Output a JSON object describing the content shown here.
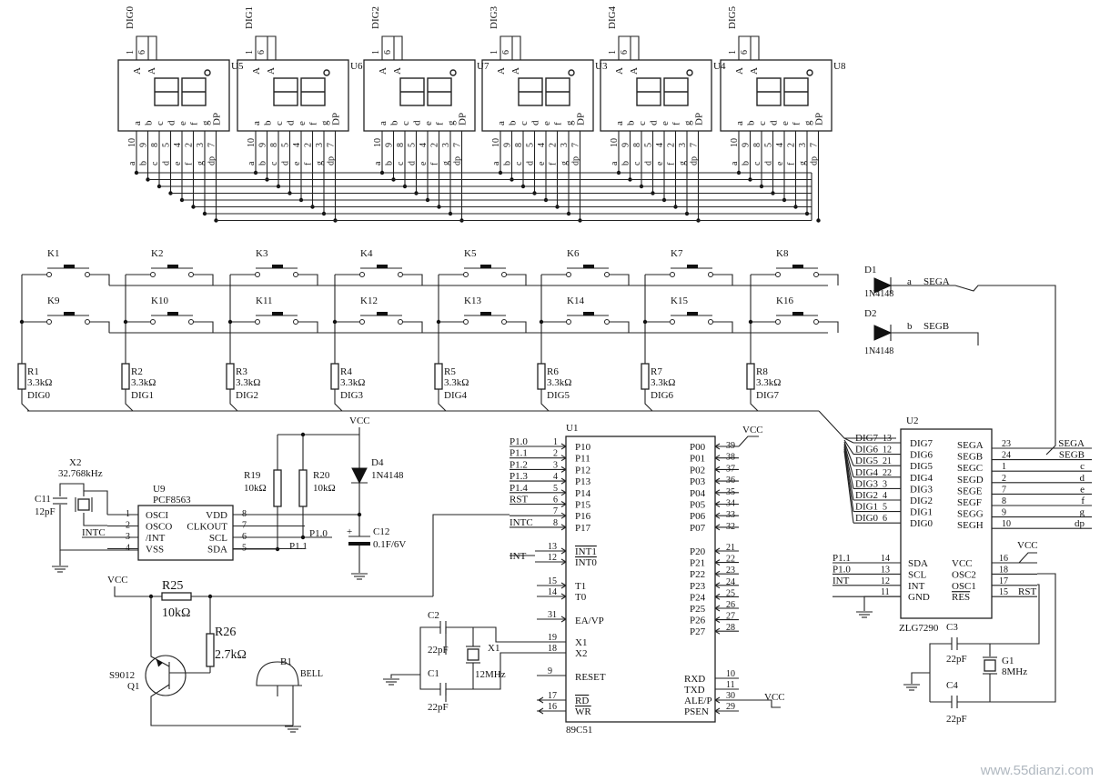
{
  "displays": [
    {
      "ref": "U5",
      "dig": "DIG0"
    },
    {
      "ref": "U6",
      "dig": "DIG1"
    },
    {
      "ref": "U7",
      "dig": "DIG2"
    },
    {
      "ref": "U3",
      "dig": "DIG3"
    },
    {
      "ref": "U4",
      "dig": "DIG4"
    },
    {
      "ref": "U8",
      "dig": "DIG5"
    }
  ],
  "display_common": {
    "top_pin_labels": [
      "A",
      "A"
    ],
    "top_pin_numbers": [
      "1",
      "6"
    ],
    "seg_labels": [
      "a",
      "b",
      "c",
      "d",
      "e",
      "f",
      "g",
      "DP"
    ],
    "bottom_pin_numbers": [
      "10",
      "9",
      "8",
      "5",
      "4",
      "2",
      "3",
      "7"
    ],
    "bus_labels": [
      "a",
      "b",
      "c",
      "d",
      "e",
      "f",
      "g",
      "dp"
    ]
  },
  "keys_row1": [
    "K1",
    "K2",
    "K3",
    "K4",
    "K5",
    "K6",
    "K7",
    "K8"
  ],
  "keys_row2": [
    "K9",
    "K10",
    "K11",
    "K12",
    "K13",
    "K14",
    "K15",
    "K16"
  ],
  "resistors": [
    {
      "ref": "R1",
      "value": "3.3kΩ",
      "net": "DIG0"
    },
    {
      "ref": "R2",
      "value": "3.3kΩ",
      "net": "DIG1"
    },
    {
      "ref": "R3",
      "value": "3.3kΩ",
      "net": "DIG2"
    },
    {
      "ref": "R4",
      "value": "3.3kΩ",
      "net": "DIG3"
    },
    {
      "ref": "R5",
      "value": "3.3kΩ",
      "net": "DIG4"
    },
    {
      "ref": "R6",
      "value": "3.3kΩ",
      "net": "DIG5"
    },
    {
      "ref": "R7",
      "value": "3.3kΩ",
      "net": "DIG6"
    },
    {
      "ref": "R8",
      "value": "3.3kΩ",
      "net": "DIG7"
    }
  ],
  "d1": {
    "ref": "D1",
    "part": "1N4148",
    "net_short": "a",
    "net": "SEGA"
  },
  "d2": {
    "ref": "D2",
    "part": "1N4148",
    "net_short": "b",
    "net": "SEGB"
  },
  "vcc": "VCC",
  "u9": {
    "ref": "U9",
    "part": "PCF8563",
    "pins_left": [
      {
        "name": "OSCI",
        "num": "1"
      },
      {
        "name": "OSCO",
        "num": "2"
      },
      {
        "name": "/INT",
        "num": "3"
      },
      {
        "name": "VSS",
        "num": "4"
      }
    ],
    "pins_right": [
      {
        "name": "VDD",
        "num": "8"
      },
      {
        "name": "CLKOUT",
        "num": "7"
      },
      {
        "name": "SCL",
        "num": "6"
      },
      {
        "name": "SDA",
        "num": "5"
      }
    ]
  },
  "x2": {
    "ref": "X2",
    "value": "32.768kHz"
  },
  "c11": {
    "ref": "C11",
    "value": "12pF"
  },
  "intc_label": "INTC",
  "r19": {
    "ref": "R19",
    "value": "10kΩ"
  },
  "r20": {
    "ref": "R20",
    "value": "10kΩ"
  },
  "d4": {
    "ref": "D4",
    "part": "1N4148"
  },
  "c12": {
    "ref": "C12",
    "value": "0.1F/6V"
  },
  "net_p10": "P1.0",
  "net_p11": "P1.1",
  "r25": {
    "ref": "R25",
    "value": "10kΩ"
  },
  "r26": {
    "ref": "R26",
    "value": "2.7kΩ"
  },
  "q1": {
    "ref": "Q1",
    "part": "S9012"
  },
  "b1": {
    "ref": "B1",
    "part": "BELL"
  },
  "u1": {
    "ref": "U1",
    "part": "89C51",
    "left_nets": [
      "P1.0",
      "P1.1",
      "P1.2",
      "P1.3",
      "P1.4",
      "RST",
      "",
      "INTC"
    ],
    "left_pins": [
      {
        "name": "P10",
        "num": "1"
      },
      {
        "name": "P11",
        "num": "2"
      },
      {
        "name": "P12",
        "num": "3"
      },
      {
        "name": "P13",
        "num": "4"
      },
      {
        "name": "P14",
        "num": "5"
      },
      {
        "name": "P15",
        "num": "6"
      },
      {
        "name": "P16",
        "num": "7"
      },
      {
        "name": "P17",
        "num": "8"
      }
    ],
    "int_pins": [
      {
        "name": "INT1",
        "num": "13"
      },
      {
        "name": "INT0",
        "num": "12"
      }
    ],
    "t_pins": [
      {
        "name": "T1",
        "num": "15"
      },
      {
        "name": "T0",
        "num": "14"
      }
    ],
    "ea": {
      "name": "EA/VP",
      "num": "31"
    },
    "x_pins": [
      {
        "name": "X1",
        "num": "19"
      },
      {
        "name": "X2",
        "num": "18"
      }
    ],
    "reset": {
      "name": "RESET",
      "num": "9"
    },
    "rdwr": [
      {
        "name": "RD",
        "num": "17"
      },
      {
        "name": "WR",
        "num": "16"
      }
    ],
    "p0_pins": [
      {
        "name": "P00",
        "num": "39"
      },
      {
        "name": "P01",
        "num": "38"
      },
      {
        "name": "P02",
        "num": "37"
      },
      {
        "name": "P03",
        "num": "36"
      },
      {
        "name": "P04",
        "num": "35"
      },
      {
        "name": "P05",
        "num": "34"
      },
      {
        "name": "P06",
        "num": "33"
      },
      {
        "name": "P07",
        "num": "32"
      }
    ],
    "p2_pins": [
      {
        "name": "P20",
        "num": "21"
      },
      {
        "name": "P21",
        "num": "22"
      },
      {
        "name": "P22",
        "num": "23"
      },
      {
        "name": "P23",
        "num": "24"
      },
      {
        "name": "P24",
        "num": "25"
      },
      {
        "name": "P25",
        "num": "26"
      },
      {
        "name": "P26",
        "num": "27"
      },
      {
        "name": "P27",
        "num": "28"
      }
    ],
    "right_bottom": [
      {
        "name": "RXD",
        "num": "10"
      },
      {
        "name": "TXD",
        "num": "11"
      },
      {
        "name": "ALE/P",
        "num": "30"
      },
      {
        "name": "PSEN",
        "num": "29"
      }
    ],
    "int_net": "INT"
  },
  "c2": {
    "ref": "C2",
    "value": "22pF"
  },
  "c1": {
    "ref": "C1",
    "value": "22pF"
  },
  "x1": {
    "ref": "X1",
    "value": "12MHz"
  },
  "u2": {
    "ref": "U2",
    "part": "ZLG7290",
    "dig_pins": [
      {
        "net": "DIG7",
        "num": "13",
        "name": "DIG7"
      },
      {
        "net": "DIG6",
        "num": "12",
        "name": "DIG6"
      },
      {
        "net": "DIG5",
        "num": "21",
        "name": "DIG5"
      },
      {
        "net": "DIG4",
        "num": "22",
        "name": "DIG4"
      },
      {
        "net": "DIG3",
        "num": "3",
        "name": "DIG3"
      },
      {
        "net": "DIG2",
        "num": "4",
        "name": "DIG2"
      },
      {
        "net": "DIG1",
        "num": "5",
        "name": "DIG1"
      },
      {
        "net": "DIG0",
        "num": "6",
        "name": "DIG0"
      }
    ],
    "seg_pins": [
      {
        "name": "SEGA",
        "num": "23",
        "net": "SEGA"
      },
      {
        "name": "SEGB",
        "num": "24",
        "net": "SEGB"
      },
      {
        "name": "SEGC",
        "num": "1",
        "net": "c"
      },
      {
        "name": "SEGD",
        "num": "2",
        "net": "d"
      },
      {
        "name": "SEGE",
        "num": "7",
        "net": "e"
      },
      {
        "name": "SEGF",
        "num": "8",
        "net": "f"
      },
      {
        "name": "SEGG",
        "num": "9",
        "net": "g"
      },
      {
        "name": "SEGH",
        "num": "10",
        "net": "dp"
      }
    ],
    "ctrl_pins": [
      {
        "net": "P1.1",
        "num": "14",
        "name": "SDA"
      },
      {
        "net": "P1.0",
        "num": "13",
        "name": "SCL"
      },
      {
        "net": "INT",
        "num": "12",
        "name": "INT"
      },
      {
        "net": "",
        "num": "11",
        "name": "GND"
      }
    ],
    "right_pins": [
      {
        "name": "VCC",
        "num": "16"
      },
      {
        "name": "OSC2",
        "num": "18"
      },
      {
        "name": "OSC1",
        "num": "17"
      },
      {
        "name": "RES",
        "num": "15",
        "net": "RST"
      }
    ]
  },
  "c3": {
    "ref": "C3",
    "value": "22pF"
  },
  "c4": {
    "ref": "C4",
    "value": "22pF"
  },
  "g1": {
    "ref": "G1",
    "value": "8MHz"
  },
  "watermark": "www.55dianzi.com"
}
